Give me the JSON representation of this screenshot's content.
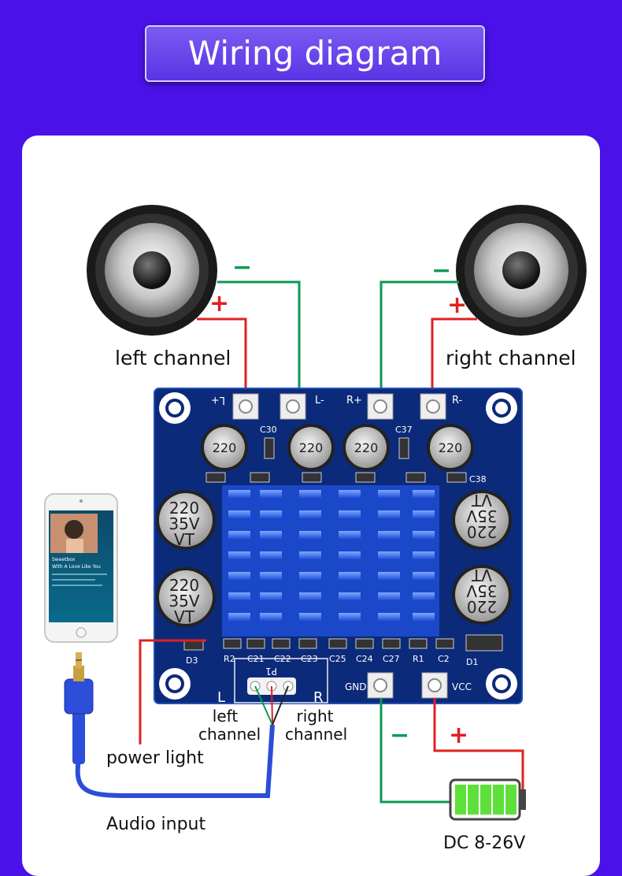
{
  "title": "Wiring diagram",
  "labels": {
    "left_channel": "left channel",
    "right_channel": "right channel",
    "input_left_line1": "left",
    "input_left_line2": "channel",
    "input_right_line1": "right",
    "input_right_line2": "channel",
    "power_light": "power light",
    "audio_input": "Audio input",
    "power_supply": "DC 8-26V"
  },
  "signs": {
    "minus": "−",
    "plus": "+"
  },
  "board": {
    "terminals": [
      "L+",
      "L-",
      "R+",
      "R-",
      "GND",
      "VCC"
    ],
    "cap_small_value": "220",
    "cap_big_value_lines": [
      "220",
      "35V",
      "VT"
    ],
    "component_labels": [
      "C30",
      "C37",
      "C38",
      "D3",
      "R2",
      "C21",
      "C22",
      "C23",
      "C25",
      "C24",
      "C27",
      "R1",
      "C2",
      "D1",
      "L",
      "R",
      "P1"
    ]
  },
  "phone": {
    "artist": "Sweetbox",
    "song": "With A Love Like You"
  },
  "colors": {
    "background": "#4a12e8",
    "board": "#0c2a7a",
    "wire_negative": "#0a9a50",
    "wire_positive": "#e02020",
    "battery": "#5ee03a"
  }
}
